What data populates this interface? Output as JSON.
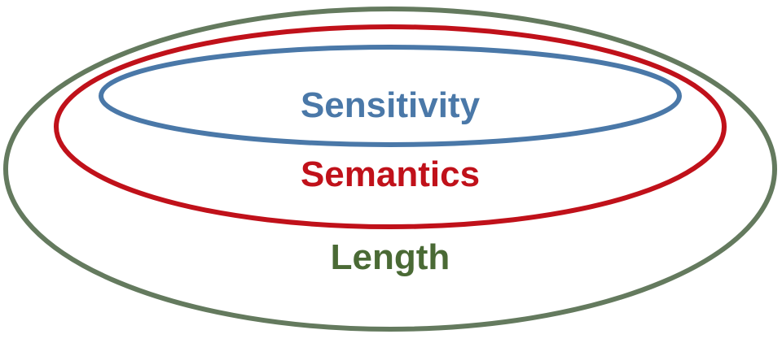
{
  "diagram": {
    "outer": {
      "label": "Length",
      "color": "#647a5e",
      "text_color": "#4a6a35"
    },
    "middle": {
      "label": "Semantics",
      "color": "#c0111a",
      "text_color": "#c0111a"
    },
    "inner": {
      "label": "Sensitivity",
      "color": "#4a78a8",
      "text_color": "#4a78a8"
    }
  }
}
